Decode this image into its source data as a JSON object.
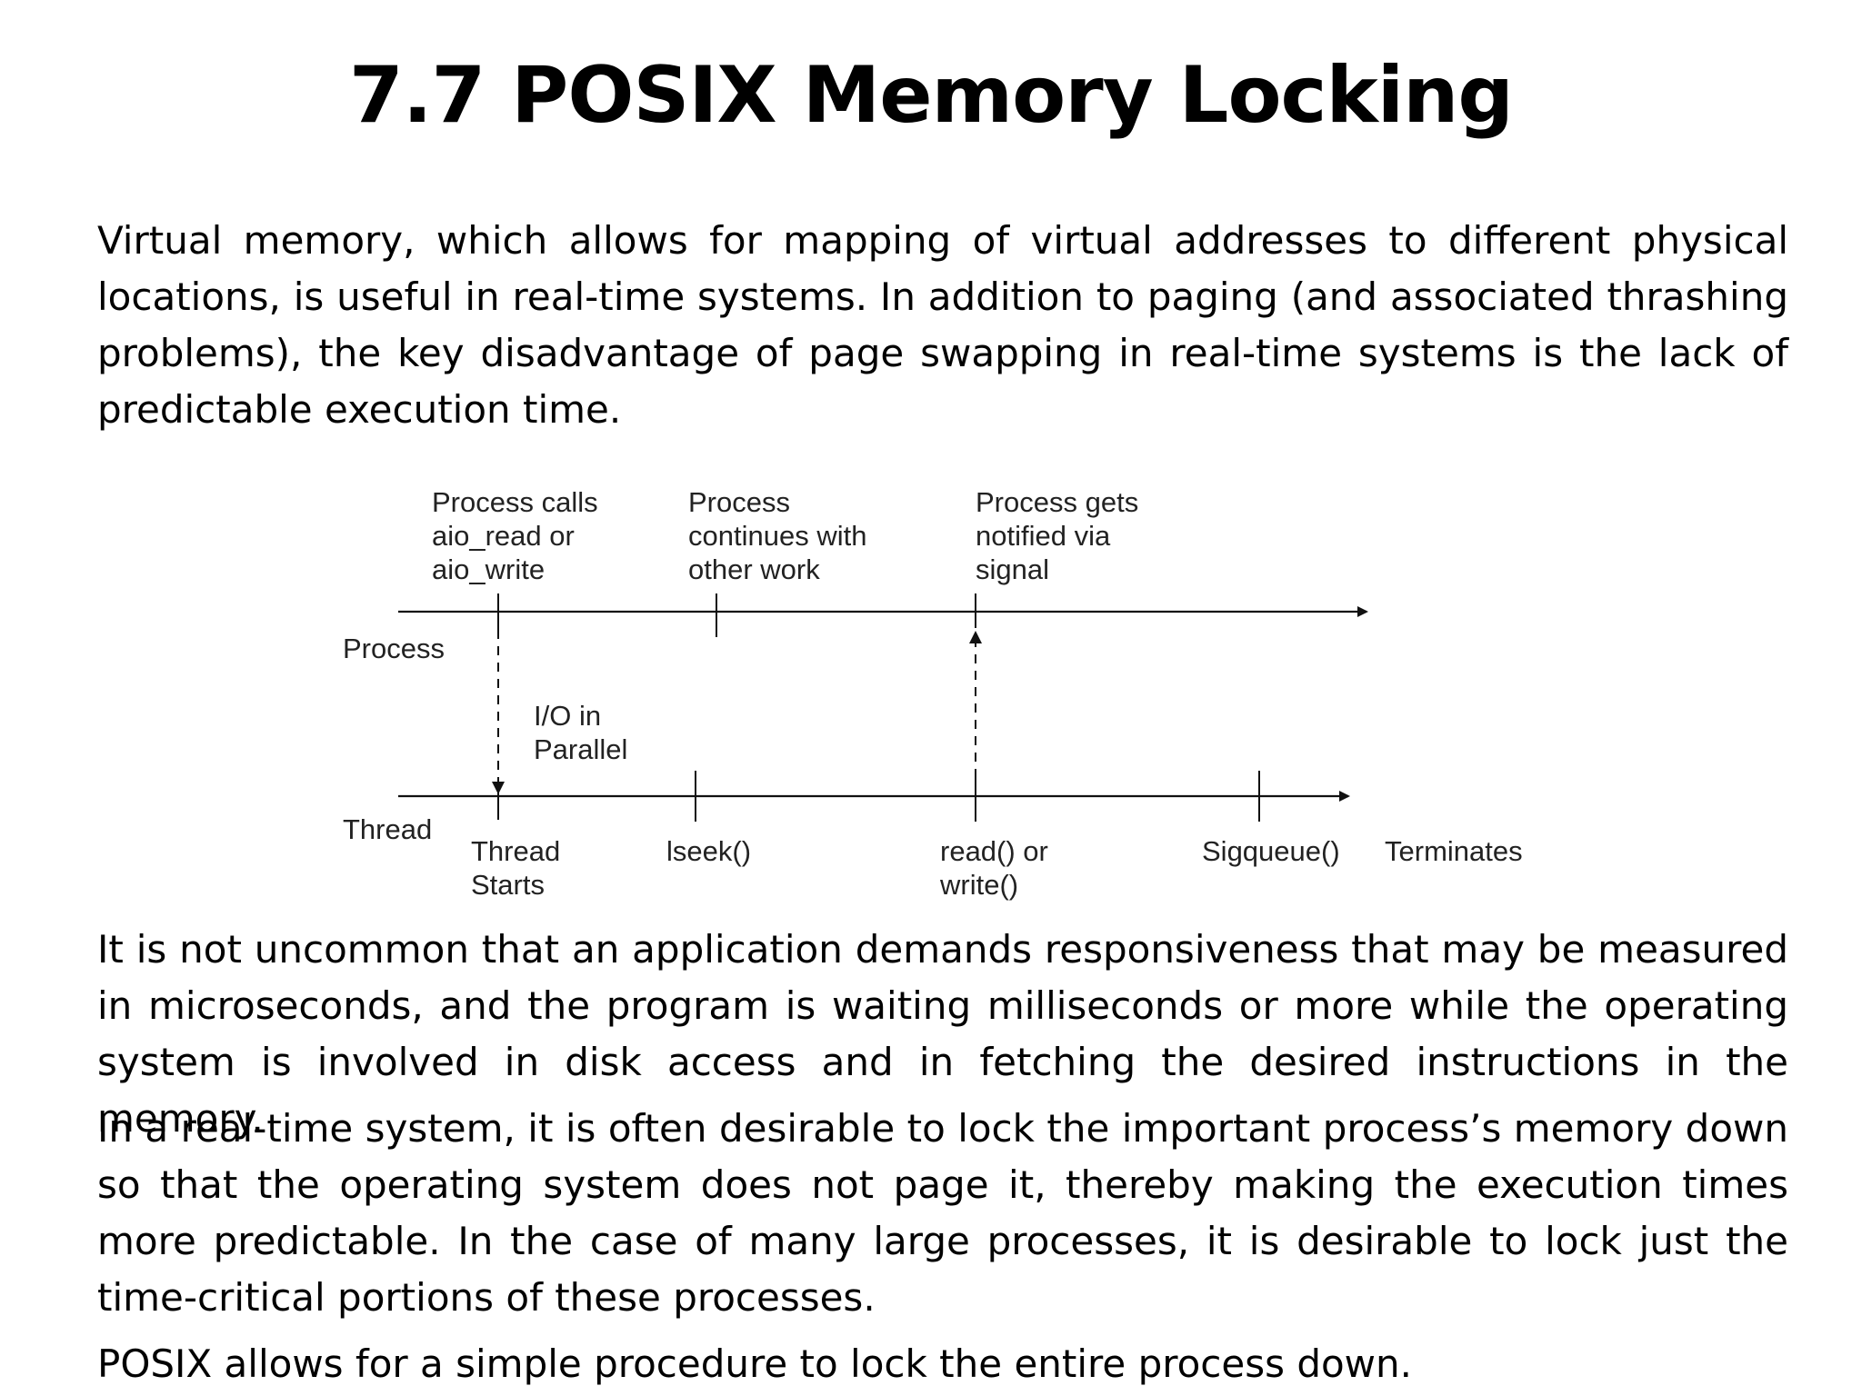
{
  "title": "7.7 POSIX Memory Locking",
  "paragraphs": [
    "Virtual memory, which allows for mapping of virtual addresses to different physical locations, is useful in real-time systems. In addition to paging (and associated thrashing problems), the key disadvantage of page swapping in real-time systems is the lack of predictable execution time.",
    "It is not uncommon that an application demands responsiveness that may be measured in microseconds, and the program is waiting milliseconds or more while the operating system is involved in disk access and in fetching the desired instructions in the memory.",
    "In a real-time system, it is often desirable to lock the important process’s memory down so that the operating system does not page it, thereby making the execution times more predictable. In the case of many large processes, it is desirable to lock just the time-critical portions of these processes.",
    "POSIX allows for a simple procedure to lock the entire process down."
  ],
  "figure": {
    "process_label": "Process",
    "thread_label": "Thread",
    "top_labels": [
      [
        "Process calls",
        "aio_read or",
        "aio_write"
      ],
      [
        "Process",
        "continues with",
        "other work"
      ],
      [
        "Process gets",
        "notified via",
        "signal"
      ]
    ],
    "io_label": [
      "I/O in",
      "Parallel"
    ],
    "bottom_labels": [
      [
        "Thread",
        "Starts"
      ],
      [
        "lseek()"
      ],
      [
        "read() or",
        "write()"
      ],
      [
        "Sigqueue()"
      ],
      [
        "Terminates"
      ]
    ]
  }
}
